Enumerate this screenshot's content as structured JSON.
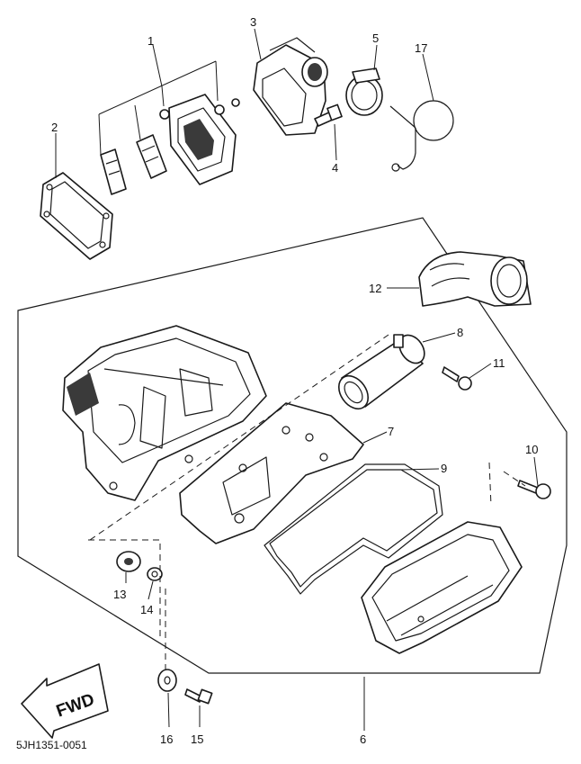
{
  "diagram": {
    "catalog_code": "5JH1351-0051",
    "direction_label": "FWD",
    "callouts": {
      "c1": "1",
      "c2": "2",
      "c3": "3",
      "c4": "4",
      "c5": "5",
      "c6": "6",
      "c7": "7",
      "c8": "8",
      "c9": "9",
      "c10": "10",
      "c11": "11",
      "c12": "12",
      "c13": "13",
      "c14": "14",
      "c15": "15",
      "c16": "16",
      "c17": "17"
    }
  }
}
